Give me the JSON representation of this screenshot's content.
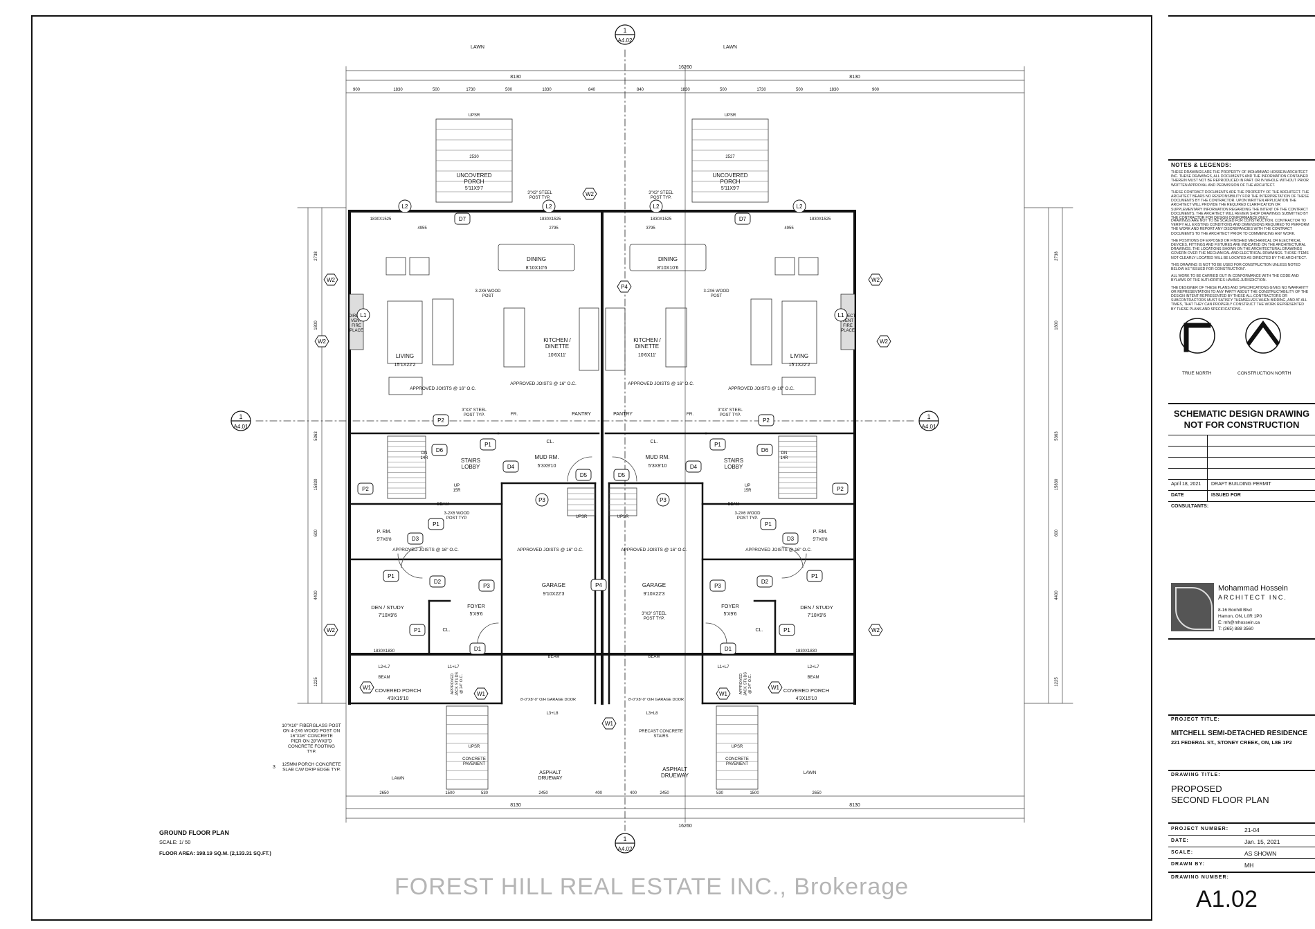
{
  "labels": {
    "lawn_top": "LAWN",
    "lawn_bottom": "LAWN",
    "dim_total": "16260",
    "dim_half": "8130",
    "dims_top": [
      "900",
      "1830",
      "500",
      "1730",
      "500",
      "1830",
      "840",
      "840",
      "1830",
      "500",
      "1730",
      "500",
      "1830",
      "900"
    ],
    "dims_bottom": [
      "2650",
      "1500",
      "530",
      "2450",
      "400",
      "400",
      "2450",
      "530",
      "1500",
      "2650"
    ],
    "dims_left": [
      "2738",
      "1800",
      "5363",
      "15830",
      "600",
      "4400",
      "1225"
    ],
    "section_tag_top": {
      "num": "1",
      "ref": "A4.02"
    },
    "section_tag_bottom": {
      "num": "1",
      "ref": "A4.02"
    },
    "section_tag_left": {
      "num": "1",
      "ref": "A4.01"
    },
    "section_tag_right": {
      "num": "1",
      "ref": "A4.01"
    },
    "upsr": "UPSR",
    "upr": "UP5R",
    "stair_w_left": "2530",
    "stair_w_right": "2527",
    "uncovered_porch": "UNCOVERED\nPORCH",
    "uncovered_porch_dim": "5'11X9'7",
    "steel_post": "3\"X3\" STEEL\nPOST TYP.",
    "window_1830x1525": "1830X1525",
    "window_1830x1830": "1830X1830",
    "dim_4955": "4955",
    "dim_3795": "3795",
    "dim_2795": "2795",
    "dining": "DINING",
    "dining_dim": "8'10X10'6",
    "living": "LIVING",
    "living_dim": "15'1X22'2",
    "kitchen": "KITCHEN /\nDINETTE",
    "kitchen_dim": "10'6X11'",
    "wood_post": "3-2X6 WOOD\nPOST",
    "wood_post_typ": "3-2X6 WOOD\nPOST TYP.",
    "fireplace": "DIRECT\nVENT\nFIRE\nPLACE",
    "approved_joists": "APPROVED JOISTS @ 16\" O.C.",
    "pantry": "PANTRY",
    "fr": "FR.",
    "cl": "CL.",
    "mud_rm": "MUD RM.",
    "mud_rm_dim": "5'3X9'10",
    "stairs_lobby": "STAIRS\nLOBBY",
    "dn": "DN\n14R",
    "up": "UP\n15R",
    "beam": "BEAM",
    "p_rm": "P. RM.",
    "p_rm_dim": "5'7X6'8",
    "garage": "GARAGE",
    "garage_dim": "9'10X22'3",
    "den": "DEN / STUDY",
    "den_dim": "7'10X9'6",
    "foyer": "FOYER",
    "foyer_dim": "5'X9'6",
    "covered_porch": "COVERED PORCH",
    "covered_porch_dim": "4'3X15'10",
    "garage_door": "8'-0\"X8'-0\" O/H GARAGE DOOR",
    "l3l8": "L3+L8",
    "l1l7": "L1+L7",
    "l2l7": "L2+L7",
    "concrete_pavement": "CONCRETE\nPAVEMENT",
    "asphalt": "ASPHALT\nDRUEWAY",
    "precast": "PRECAST CONCRETE\nSTAIRS",
    "fiberglass_note": "10\"X10\" FIBERGLASS POST\nON 4-2X6 WOOD POST ON\n16\"X16\" CONCRETE\nPIER ON 28\"WX8\"D\nCONCRETE FOOTING\nTYP.",
    "slab_note_num": "3",
    "slab_note": "125MM PORCH CONCRETE\nSLAB C/W DRIP EDGE TYP.",
    "jack_studs": "APPROVED\nJACK STUDS\n@ 24\" O.C.",
    "tags": {
      "d7": "D7",
      "d6": "D6",
      "d5": "D5",
      "d4": "D4",
      "d3": "D3",
      "d2": "D2",
      "d1": "D1",
      "p1": "P1",
      "p2": "P2",
      "p3": "P3",
      "p4": "P4",
      "w1": "W1",
      "w2": "W2",
      "l1": "L1",
      "l2": "L2"
    }
  },
  "plan_caption": {
    "title": "GROUND FLOOR PLAN",
    "scale": "SCALE: 1/ 50",
    "area": "FLOOR AREA: 198.19 SQ.M. (2,133.31 SQ.FT.)"
  },
  "title_block": {
    "notes_heading": "NOTES & LEGENDS:",
    "notes": [
      "THESE DRAWINGS ARE THE PROPERTY OF MOHAMMAD HOSSEIN ARCHITECT INC. THESE DRAWINGS, ALL DOCUMENTS AND THE INFORMATION CONTAINED THEREIN MUST NOT BE REPRODUCED IN PART OR IN WHOLE WITHOUT PRIOR WRITTEN APPROVAL AND PERMISSION OF THE ARCHITECT.",
      "THESE CONTRACT DOCUMENTS ARE THE PROPERTY OF THE ARCHITECT. THE ARCHITECT BEARS NO RESPONSIBILITY FOR THE INTERPRETATION OF THESE DOCUMENTS BY THE CONTRACTOR. UPON WRITTEN APPLICATION THE ARCHITECT WILL PROVIDE THE REQUIRED CLARIFICATION OR SUPPLEMENTARY INFORMATION REGARDING THE INTENT OF THE CONTRACT DOCUMENTS. THE ARCHITECT WILL REVIEW SHOP DRAWINGS SUBMITTED BY THE CONTRACTOR FOR DESIGN CONFORMANCE ONLY.",
      "DRAWINGS ARE NOT TO BE SCALED FOR CONSTRUCTION. CONTRACTOR TO VERIFY ALL EXISTING CONDITIONS AND DIMENSIONS REQUIRED TO PERFORM THE WORK AND REPORT ANY DISCREPANCIES WITH THE CONTRACT DOCUMENTS TO THE ARCHITECT PRIOR TO COMMENCING ANY WORK.",
      "THE POSITIONS OF EXPOSED OR FINISHED MECHANICAL OR ELECTRICAL DEVICES, FITTINGS AND FIXTURES ARE INDICATED ON THE ARCHITECTURAL DRAWINGS. THE LOCATIONS SHOWN ON THE ARCHITECTURAL DRAWINGS GOVERN OVER THE MECHANICAL AND ELECTRICAL DRAWINGS. THOSE ITEMS NOT CLEARLY LOCATED WILL BE LOCATED AS DIRECTED BY THE ARCHITECT.",
      "THIS DRAWING IS NOT TO BE USED FOR CONSTRUCTION UNLESS NOTED BELOW AS \"ISSUED FOR CONSTRUCTION\".",
      "ALL WORK TO BE CARRIED OUT IN CONFORMANCE WITH THE CODE AND BYLAWS OF THE AUTHORITIES HAVING JURISDICTION.",
      "THE DESIGNER OF THESE PLANS AND SPECIFICATIONS GIVES NO WARRANTY OR REPRESENTATION TO ANY PARTY ABOUT THE CONSTRUCTABILITY OF THE DESIGN INTENT REPRESENTED BY THESE ALL CONTRACTORS OR SUBCONTRACTORS MUST SATISFY THEMSELVES WHEN BIDDING, AND AT ALL TIMES, THAT THEY CAN PROPERLY CONSTRUCT THE WORK REPRESENTED BY THESE PLANS AND SPECIFICATIONS."
    ],
    "true_north": "TRUE NORTH",
    "construction_north": "CONSTRUCTION NORTH",
    "schematic_1": "SCHEMATIC DESIGN DRAWING",
    "schematic_2": "NOT FOR CONSTRUCTION",
    "issue_date": "April 18, 2021",
    "issue_for": "DRAFT BUILDING PERMIT",
    "date_label": "DATE",
    "issued_for_label": "ISSUED FOR",
    "consultants": "CONSULTANTS:",
    "firm_name": "Mohammad Hossein",
    "firm_sub": "ARCHITECT INC.",
    "firm_addr1": "8-16 Bonhill Blvd",
    "firm_addr2": "Hamon, ON, L0R 1P0",
    "firm_email": "E: mh@mhossein.ca",
    "firm_tel": "T: (365) 888 3560",
    "project_title_label": "PROJECT TITLE:",
    "project_title": "MITCHELL SEMI-DETACHED RESIDENCE",
    "project_address": "221 FEDERAL ST., STONEY CREEK, ON, L8E 1P2",
    "drawing_title_label": "DRAWING TITLE:",
    "drawing_title_1": "PROPOSED",
    "drawing_title_2": "SECOND FLOOR PLAN",
    "project_number_label": "PROJECT NUMBER:",
    "project_number": "21-04",
    "date2_label": "DATE:",
    "date2": "Jan. 15, 2021",
    "scale_label": "SCALE:",
    "scale": "AS SHOWN",
    "drawn_by_label": "DRAWN BY:",
    "drawn_by": "MH",
    "drawing_number_label": "DRAWING NUMBER:",
    "drawing_number": "A1.02"
  },
  "watermark": "FOREST HILL REAL ESTATE INC., Brokerage"
}
